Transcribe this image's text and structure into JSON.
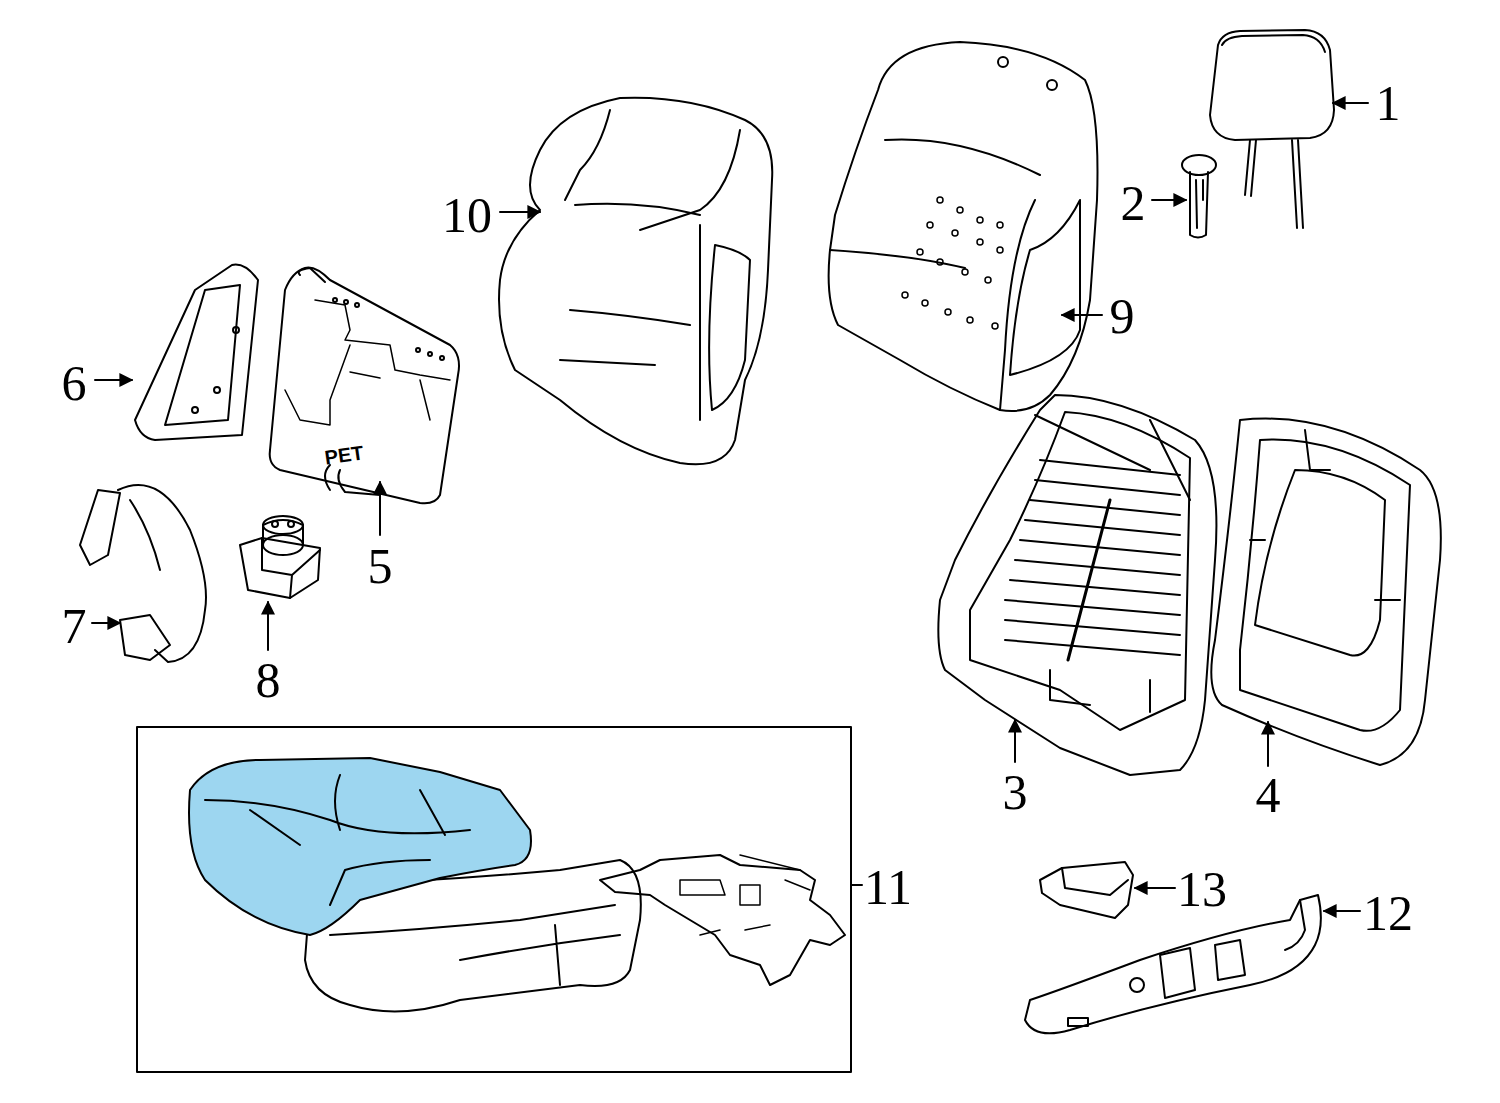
{
  "diagram": {
    "labels": [
      "1",
      "2",
      "10",
      "9",
      "6",
      "5",
      "PET",
      "7",
      "8",
      "3",
      "4",
      "11",
      "13",
      "12"
    ]
  }
}
